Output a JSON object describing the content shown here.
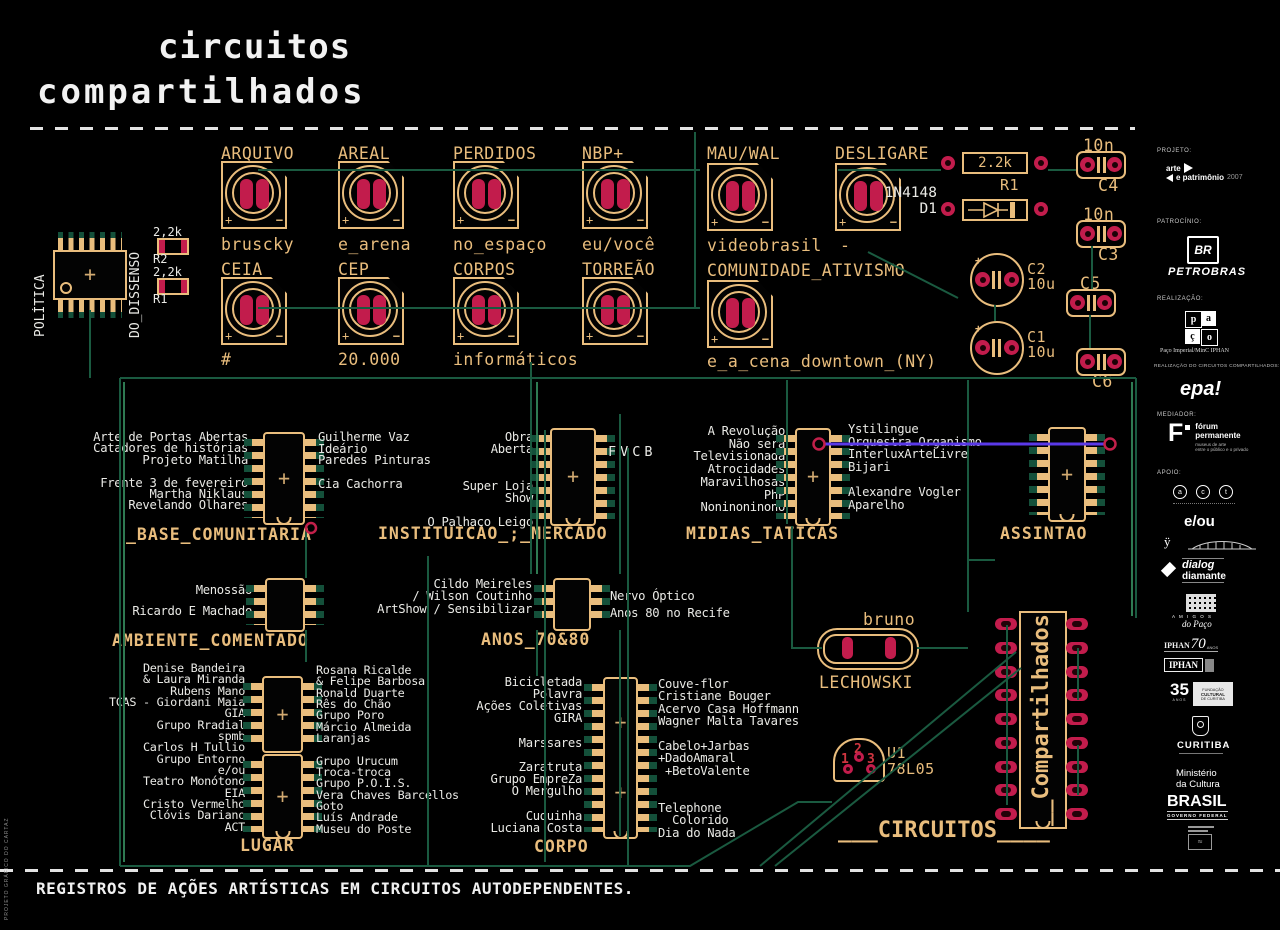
{
  "poster": {
    "title_line1": "circuitos",
    "title_line2": "compartilhados",
    "tagline": "REGISTROS DE AÇÕES ARTÍSTICAS EM CIRCUITOS AUTODEPENDENTES.",
    "edge_credit": "PROJETO GRÁFICO DO CARTAZ"
  },
  "colors": {
    "copper": "#e9bd7d",
    "pad_red": "#c21c4c",
    "trace_green": "#1a5a40",
    "trace_purple": "#5a39e8",
    "text_white": "#eaeae6"
  },
  "capacitors": [
    {
      "label": "ARQUIVO",
      "sub": "bruscky"
    },
    {
      "label": "AREAL",
      "sub": "e_arena"
    },
    {
      "label": "PERDIDOS",
      "sub": "no_espaço"
    },
    {
      "label": "NBP+",
      "sub": "eu/você"
    },
    {
      "label": "MAU/WAL",
      "sub": "videobrasil"
    },
    {
      "label": "DESLIGARE",
      "sub": "-"
    },
    {
      "label": "CEIA",
      "sub": "#"
    },
    {
      "label": "CEP",
      "sub": "20.000"
    },
    {
      "label": "CORPOS",
      "sub": "informáticos"
    },
    {
      "label": "TORREÃO",
      "sub": ""
    },
    {
      "label": "COMUNIDADE_ATIVISMO",
      "sub": "e_a_cena_downtown_(NY)"
    }
  ],
  "left_ic": {
    "left_text": "POLÍTICA",
    "right_text": "DO_DISSENSO",
    "r2_value": "2,2k",
    "r2_ref": "R2",
    "r1_value": "2,2k",
    "r1_ref": "R1"
  },
  "right_parts": {
    "r1_value": "2.2k",
    "r1_ref": "R1",
    "d1_part": "1N4148",
    "d1_ref": "D1",
    "c2_ref": "C2",
    "c2_value": "10u",
    "c1_ref": "C1",
    "c1_value": "10u",
    "c4_value": "10n",
    "c4_ref": "C4",
    "c3_value": "10n",
    "c3_ref": "C3",
    "c5_ref": "C5",
    "c6_ref": "C6"
  },
  "sections": {
    "base": {
      "label": "_BASE_COMUNITARIA",
      "left": [
        "Arte de Portas Abertas",
        "Catadores de histórias",
        "Projeto Matilha",
        "",
        "Frente 3 de fevereiro",
        "Martha Niklaus",
        "Revelando Olhares"
      ],
      "right": [
        "Guilherme Vaz",
        "Ideário",
        "Paredes Pinturas",
        "",
        "Cia Cachorra"
      ]
    },
    "instituicao": {
      "label": "INSTITUICAO_;_MERCADO",
      "left": [
        "Obra",
        "Aberta",
        "",
        "",
        "Super Loja",
        "Show",
        "",
        "O Palhaço Leigo"
      ],
      "right_note": "FVCB"
    },
    "midias": {
      "label": "MIDIAS_TATICAS",
      "left": [
        "A Revolução",
        "Não será",
        "Televisionada",
        "Atrocidades",
        "Maravilhosas",
        "PhP",
        "Noninoninono"
      ],
      "right": [
        "Ystilingue",
        "Orquestra Organismo",
        "InterluxArteLivre",
        "Bijari",
        "",
        "Alexandre Vogler",
        "Aparelho"
      ]
    },
    "assintao": {
      "label": "ASSINTAO"
    },
    "ambiente": {
      "label": "AMBIENTE_COMENTADO",
      "left": [
        "Menossão",
        "Ricardo E Machado"
      ]
    },
    "anos7080": {
      "label": "ANOS_70&80",
      "left": [
        "Cildo Meireles",
        "/ Wilson Coutinho",
        "ArtShow / Sensibilizar"
      ],
      "right": [
        "Nervo Óptico",
        "Anos 80 no Recife"
      ]
    },
    "lugar": {
      "label": "LUGAR",
      "left": [
        "Denise Bandeira",
        "& Laura Miranda",
        "Rubens Mano",
        "TCAS - Giordani Maia",
        "GIA",
        "Grupo Rradial",
        "spmb",
        "Carlos H Tullio",
        "Grupo Entorno",
        "e/ou",
        "Teatro Monótono",
        "EIA",
        "Cristo Vermelho",
        "Clóvis Dariano",
        "ACT"
      ],
      "right": [
        "Rosana Ricalde",
        "& Felipe Barbosa",
        "Ronald Duarte",
        "Rês do Chão",
        "Grupo Poro",
        "Márcio Almeida",
        "Laranjas",
        "",
        "Grupo Urucum",
        "Troca-troca",
        "Grupo P.O.I.S.",
        "Vera Chaves Barcellos",
        "Goto",
        "Luís Andrade",
        "Museu do Poste"
      ]
    },
    "corpo": {
      "label": "CORPO",
      "left": [
        "Bicicletada",
        "Polavra",
        "Ações Coletivas",
        "GIRA",
        "",
        "Marssares",
        "",
        "Zaratruta",
        "Grupo EmpreZa",
        "O Mergulho",
        "",
        "Cuquinha",
        "Luciana Costa"
      ],
      "right": [
        "Couve-flor",
        "Cristiane Bouger",
        "Acervo Casa Hoffmann",
        "Wagner Malta Tavares",
        "",
        "Cabelo+Jarbas",
        "+DadoAmaral",
        " +BetoValente",
        "",
        "",
        "Telephone",
        "  Colorido",
        "Dia do Nada"
      ]
    },
    "crystal": {
      "top": "bruno",
      "label": "LECHOWSKI"
    },
    "u1": {
      "ref": "U1",
      "part": "78L05",
      "pin1": "1",
      "pin2": "2",
      "pin3": "3"
    },
    "big_chip": {
      "vertical_text": "__Compartilhados",
      "label": "___CIRCUITOS____"
    }
  },
  "sidebar": {
    "projeto_caption": "PROJETO:",
    "arte": "arte",
    "patrimonio": "e patrimônio",
    "ano": "2007",
    "patrocinio_caption": "PATROCÍNIO:",
    "br": "BR",
    "petrobras": "PETROBRAS",
    "realizacao_caption": "REALIZAÇÃO:",
    "paco_p": "p",
    "paco_a": "a",
    "paco_c": "ç",
    "paco_o": "o",
    "paco_text": "Paço Imperial/MinC IPHAN",
    "realizacao2_caption": "REALIZAÇÃO DO CIRCUITOS COMPARTILHADOS:",
    "epa": "epa!",
    "mediador_caption": "MEDIADOR:",
    "forum_mark": "F",
    "forum_line1": "fórum",
    "forum_line2": "permanente",
    "forum_line3": "museus de arte",
    "forum_line4": "entre o público e o privado",
    "apoio_caption": "APOIO:",
    "act_a": "a",
    "act_c": "c",
    "act_t": "t",
    "eou": "e/ou",
    "y_mark": "ÿ",
    "dialog": "dialog",
    "diamante": "diamante",
    "amigos": "A M I G O S",
    "do_paco": "do Paço",
    "iphan70_name": "IPHAN",
    "iphan70_num": "70",
    "iphan70_anos": "ANOS",
    "iphan": "IPHAN",
    "fcc_num": "35",
    "fcc_anos": "ANOS",
    "fcc_line1": "FUNDAÇÃO",
    "fcc_line2": "CULTURAL",
    "fcc_line3": "DE CURITIBA",
    "curitiba": "CURITIBA",
    "minc_line1": "Ministério",
    "minc_line2": "da Cultura",
    "brasil": "BRASIL",
    "governo": "GOVERNO FEDERAL"
  }
}
